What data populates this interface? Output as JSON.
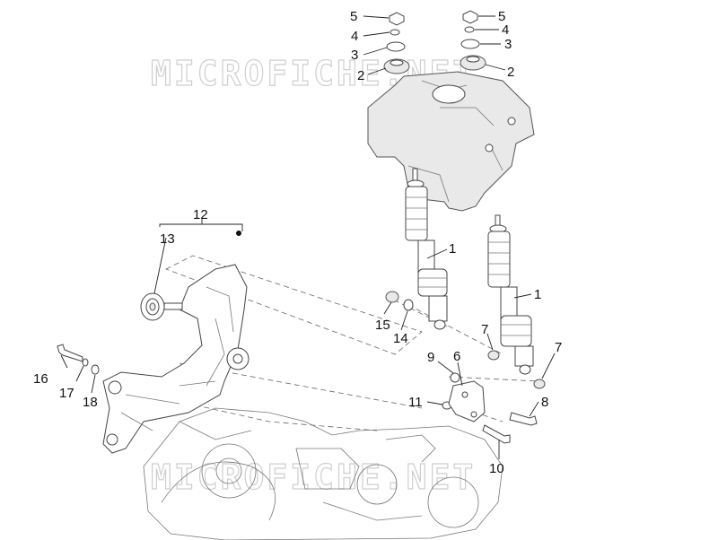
{
  "watermark": "MICROFICHE.NET",
  "labels": {
    "p1": "1",
    "p2": "2",
    "p3": "3",
    "p4": "4",
    "p5": "5",
    "p6": "6",
    "p7": "7",
    "p8": "8",
    "p9": "9",
    "p10": "10",
    "p11": "11",
    "p12": "12",
    "p13": "13",
    "p14": "14",
    "p15": "15",
    "p16": "16",
    "p17": "17",
    "p18": "18"
  }
}
